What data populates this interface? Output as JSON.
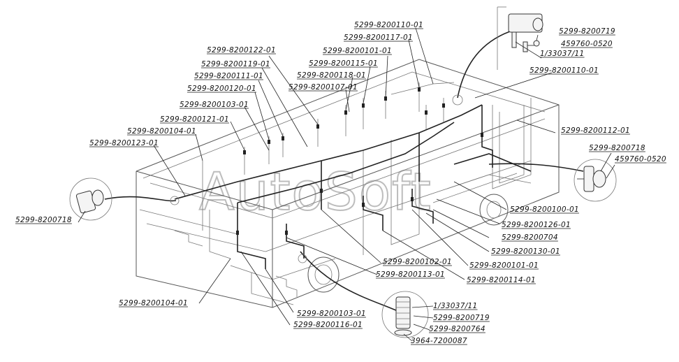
{
  "watermark": "AutoSoft",
  "labels": [
    {
      "id": "l1",
      "text": "5299-8200110-01"
    },
    {
      "id": "l2",
      "text": "5299-8200117-01"
    },
    {
      "id": "l3",
      "text": "5299-8200101-01"
    },
    {
      "id": "l4",
      "text": "5299-8200115-01"
    },
    {
      "id": "l5",
      "text": "5299-8200118-01"
    },
    {
      "id": "l6",
      "text": "5299-8200107-01"
    },
    {
      "id": "l7",
      "text": "5299-8200122-01"
    },
    {
      "id": "l8",
      "text": "5299-8200119-01"
    },
    {
      "id": "l9",
      "text": "5299-8200111-01"
    },
    {
      "id": "l10",
      "text": "5299-8200120-01"
    },
    {
      "id": "l11",
      "text": "5299-8200103-01"
    },
    {
      "id": "l12",
      "text": "5299-8200121-01"
    },
    {
      "id": "l13",
      "text": "5299-8200104-01"
    },
    {
      "id": "l14",
      "text": "5299-8200123-01"
    },
    {
      "id": "l15",
      "text": "5299-8200719"
    },
    {
      "id": "l16",
      "text": "459760-0520"
    },
    {
      "id": "l17",
      "text": "1/33037/11"
    },
    {
      "id": "l18",
      "text": "5299-8200110-01"
    },
    {
      "id": "l19",
      "text": "5299-8200112-01"
    },
    {
      "id": "l20",
      "text": "5299-8200718"
    },
    {
      "id": "l21",
      "text": "459760-0520"
    },
    {
      "id": "l22",
      "text": "5299-8200718"
    },
    {
      "id": "l23",
      "text": "5299-8200100-01"
    },
    {
      "id": "l24",
      "text": "5299-8200126-01"
    },
    {
      "id": "l25",
      "text": "5299-8200704"
    },
    {
      "id": "l26",
      "text": "5299-8200130-01"
    },
    {
      "id": "l27",
      "text": "5299-8200102-01"
    },
    {
      "id": "l28",
      "text": "5299-8200101-01"
    },
    {
      "id": "l29",
      "text": "5299-8200113-01"
    },
    {
      "id": "l30",
      "text": "5299-8200114-01"
    },
    {
      "id": "l31",
      "text": "5299-8200104-01"
    },
    {
      "id": "l32",
      "text": "5299-8200103-01"
    },
    {
      "id": "l33",
      "text": "5299-8200116-01"
    },
    {
      "id": "l34",
      "text": "1/33037/11"
    },
    {
      "id": "l35",
      "text": "5299-8200719"
    },
    {
      "id": "l36",
      "text": "5299-8200764"
    },
    {
      "id": "l37",
      "text": "3964-7200087"
    }
  ]
}
